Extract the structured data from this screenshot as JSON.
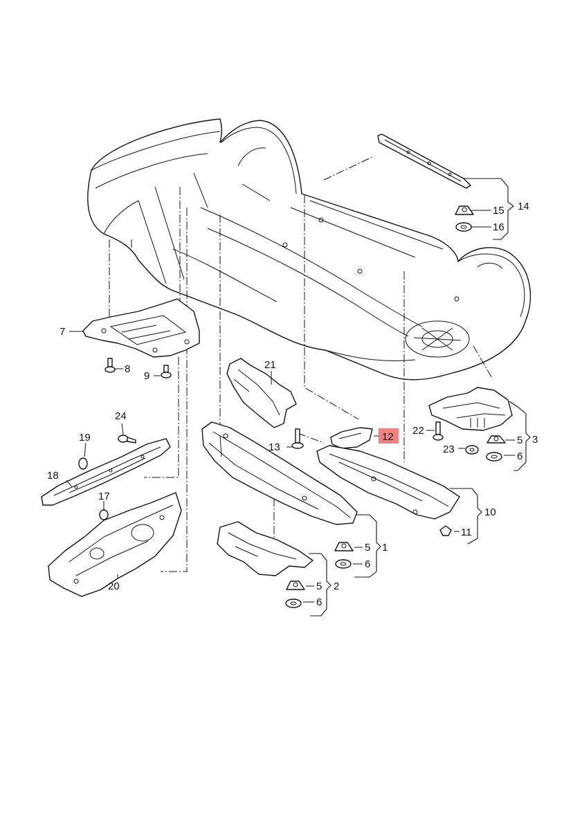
{
  "highlight": {
    "callout": "12",
    "color": "#f28080"
  },
  "callouts": {
    "c1": "1",
    "c2": "2",
    "c3": "3",
    "c5a": "5",
    "c5b": "5",
    "c5c": "5",
    "c6a": "6",
    "c6b": "6",
    "c6c": "6",
    "c7": "7",
    "c8": "8",
    "c9": "9",
    "c10": "10",
    "c11": "11",
    "c12": "12",
    "c13": "13",
    "c14": "14",
    "c15": "15",
    "c16": "16",
    "c17": "17",
    "c18": "18",
    "c19": "19",
    "c20": "20",
    "c21": "21",
    "c22": "22",
    "c23": "23",
    "c24": "24"
  }
}
